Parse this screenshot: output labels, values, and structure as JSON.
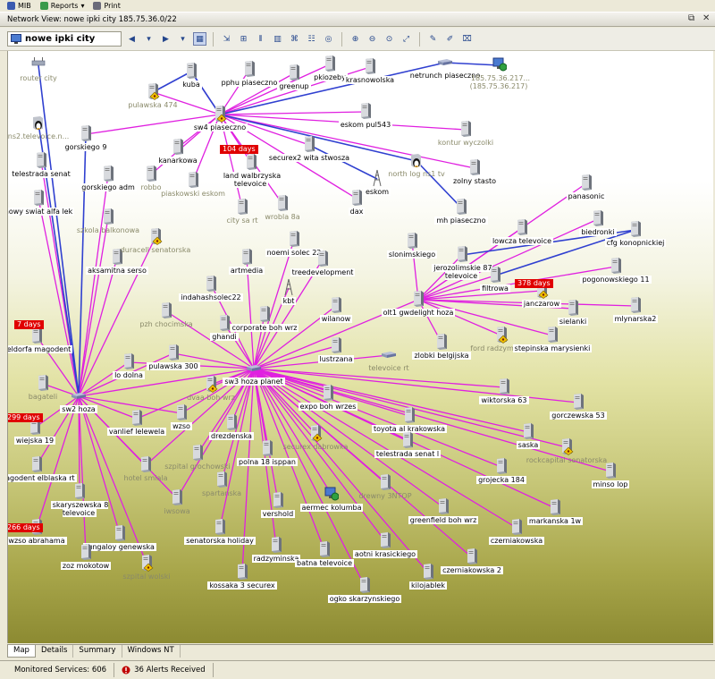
{
  "menubar": {
    "mib": "MIB",
    "reports": "Reports",
    "print": "Print"
  },
  "title": "Network View: nowe ipki city 185.75.36.0/22",
  "view_name": "nowe ipki city",
  "tabs": [
    "Map",
    "Details",
    "Summary",
    "Windows NT"
  ],
  "status": {
    "services": "Monitored Services: 606",
    "alerts": "36 Alerts Received"
  },
  "colors": {
    "link_main": "#e020e0",
    "link_uplink": "#3040d0",
    "alert_red": "#e00000",
    "hub_node": "#8894b4"
  },
  "nodes": [
    {
      "id": "router-city",
      "label": "router city",
      "type": "router",
      "mute": true
    },
    {
      "id": "ns2",
      "label": "ns2.televoice.n...",
      "type": "linux",
      "mute": true
    },
    {
      "id": "telestrada-senat-l",
      "label": "telestrada senat",
      "type": "server"
    },
    {
      "id": "nowy-swiat",
      "label": "nowy swiat alfa lek",
      "type": "server"
    },
    {
      "id": "gorskiego9",
      "label": "gorskiego 9",
      "type": "server"
    },
    {
      "id": "gorskiego-adm",
      "label": "gorskiego adm",
      "type": "server"
    },
    {
      "id": "szkola",
      "label": "szkola balkonowa",
      "type": "server",
      "mute": true
    },
    {
      "id": "aksamitna",
      "label": "aksamitna serso",
      "type": "server"
    },
    {
      "id": "pulawska474",
      "label": "pulawska 474",
      "type": "warn",
      "mute": true
    },
    {
      "id": "kuba",
      "label": "kuba",
      "type": "server"
    },
    {
      "id": "pphu",
      "label": "pphu piaseczno",
      "type": "server"
    },
    {
      "id": "greenup",
      "label": "greenup",
      "type": "server"
    },
    {
      "id": "pkiozeby",
      "label": "pkiozeby",
      "type": "server"
    },
    {
      "id": "krasnowolska",
      "label": "krasnowolska",
      "type": "server"
    },
    {
      "id": "netrunch",
      "label": "netrunch piaseczno",
      "type": "switch"
    },
    {
      "id": "ip217",
      "label": "185.75.36.217... (185.75.36.217)",
      "type": "globe",
      "mute": true
    },
    {
      "id": "sw4",
      "label": "sw4 piaseczno",
      "type": "warn"
    },
    {
      "id": "eskom-pul",
      "label": "eskom pul543",
      "type": "server"
    },
    {
      "id": "kontur",
      "label": "kontur wyczolki",
      "type": "server",
      "mute": true
    },
    {
      "id": "kanarkowa",
      "label": "kanarkowa",
      "type": "server"
    },
    {
      "id": "robbo",
      "label": "robbo",
      "type": "server",
      "mute": true
    },
    {
      "id": "piaskowski",
      "label": "piaskowski eskom",
      "type": "server",
      "mute": true
    },
    {
      "id": "land",
      "label": "land walbrzyska televoice",
      "type": "server"
    },
    {
      "id": "securex2",
      "label": "securex2 wita stwosza",
      "type": "server"
    },
    {
      "id": "zolny",
      "label": "zolny stasto",
      "type": "server"
    },
    {
      "id": "north-log",
      "label": "north log ns1 tv",
      "type": "linux",
      "mute": true
    },
    {
      "id": "eskom",
      "label": "eskom",
      "type": "tower"
    },
    {
      "id": "dax",
      "label": "dax",
      "type": "server"
    },
    {
      "id": "mh",
      "label": "mh piaseczno",
      "type": "server"
    },
    {
      "id": "city-sa",
      "label": "city sa rt",
      "type": "server",
      "mute": true
    },
    {
      "id": "wrobla",
      "label": "wrobla 8a",
      "type": "server",
      "mute": true
    },
    {
      "id": "duracell",
      "label": "duracell senatorska",
      "type": "warn",
      "mute": true
    },
    {
      "id": "artmedia",
      "label": "artmedia",
      "type": "server"
    },
    {
      "id": "noemi",
      "label": "noemi solec 22",
      "type": "server"
    },
    {
      "id": "treedev",
      "label": "treedevelopment",
      "type": "server"
    },
    {
      "id": "kbt",
      "label": "kbt",
      "type": "tower"
    },
    {
      "id": "wilanow",
      "label": "wilanow",
      "type": "server"
    },
    {
      "id": "indahash",
      "label": "indahashsolec22",
      "type": "server"
    },
    {
      "id": "pzh",
      "label": "pzh chocimska",
      "type": "server",
      "mute": true
    },
    {
      "id": "ghandi",
      "label": "ghandi",
      "type": "server"
    },
    {
      "id": "corporate",
      "label": "corporate boh wrz",
      "type": "server"
    },
    {
      "id": "panasonic",
      "label": "panasonic",
      "type": "server"
    },
    {
      "id": "biedronki",
      "label": "biedronki",
      "type": "server"
    },
    {
      "id": "cfg",
      "label": "cfg konopnickiej",
      "type": "server"
    },
    {
      "id": "lowcza",
      "label": "lowcza televoice",
      "type": "server"
    },
    {
      "id": "slonimskiego",
      "label": "slonimskiego",
      "type": "server"
    },
    {
      "id": "jerozolimskie",
      "label": "jerozolimskie 87 televoice",
      "type": "server"
    },
    {
      "id": "filtrowa",
      "label": "filtrowa",
      "type": "server"
    },
    {
      "id": "janczarow",
      "label": "janczarow",
      "type": "warn"
    },
    {
      "id": "pogonowskiego",
      "label": "pogonowskiego 11",
      "type": "server"
    },
    {
      "id": "sielanki",
      "label": "sielanki",
      "type": "server"
    },
    {
      "id": "mlynarska",
      "label": "mlynarska2",
      "type": "server"
    },
    {
      "id": "olt1",
      "label": "olt1 gwdelight hoza",
      "type": "server"
    },
    {
      "id": "zlobki",
      "label": "zlobki belgijska",
      "type": "server"
    },
    {
      "id": "ford",
      "label": "ford radzyminska",
      "type": "warn",
      "mute": true
    },
    {
      "id": "stepinska",
      "label": "stepinska marysienki",
      "type": "server"
    },
    {
      "id": "fieldorfa",
      "label": "fieldorfa magodent",
      "type": "server"
    },
    {
      "id": "bagateli",
      "label": "bagateli",
      "type": "server",
      "mute": true
    },
    {
      "id": "sw2",
      "label": "sw2 hoza",
      "type": "switch"
    },
    {
      "id": "lo-dolna",
      "label": "lo dolna",
      "type": "server"
    },
    {
      "id": "pulawska300",
      "label": "pulawska 300",
      "type": "server"
    },
    {
      "id": "lustrzana",
      "label": "lustrzana",
      "type": "server"
    },
    {
      "id": "televoice-rt",
      "label": "televoice rt",
      "type": "switch",
      "mute": true
    },
    {
      "id": "sw3",
      "label": "sw3 hoza planet",
      "type": "switch"
    },
    {
      "id": "dvaa",
      "label": "dvaa boh wrz",
      "type": "warn",
      "mute": true
    },
    {
      "id": "wzso",
      "label": "wzso",
      "type": "server"
    },
    {
      "id": "drezdenska",
      "label": "drezdenska",
      "type": "server"
    },
    {
      "id": "expo",
      "label": "expo boh wrzes",
      "type": "server"
    },
    {
      "id": "wiktorska",
      "label": "wiktorska 63",
      "type": "server"
    },
    {
      "id": "gorczewska",
      "label": "gorczewska 53",
      "type": "server"
    },
    {
      "id": "toyota",
      "label": "toyota al krakowska",
      "type": "server"
    },
    {
      "id": "saska",
      "label": "saska",
      "type": "server"
    },
    {
      "id": "rockcapital",
      "label": "rockcapital senatorska",
      "type": "warn",
      "mute": true
    },
    {
      "id": "minso",
      "label": "minso lop",
      "type": "server"
    },
    {
      "id": "wiejska",
      "label": "wiejska 19",
      "type": "server"
    },
    {
      "id": "vanlief",
      "label": "vanlief lelewela",
      "type": "server"
    },
    {
      "id": "magodent",
      "label": "magodent elblaska rt",
      "type": "server"
    },
    {
      "id": "szpital-groch",
      "label": "szpital grochowski",
      "type": "server",
      "mute": true
    },
    {
      "id": "hotel",
      "label": "hotel smiala",
      "type": "server",
      "mute": true
    },
    {
      "id": "polna",
      "label": "polna 18 isppan",
      "type": "server"
    },
    {
      "id": "securex-dabrowka",
      "label": "securex dabrowka",
      "type": "warn",
      "mute": true
    },
    {
      "id": "telestrada-senat-r",
      "label": "telestrada senat l",
      "type": "server"
    },
    {
      "id": "drewny",
      "label": "drewny 3NTOP",
      "type": "server",
      "mute": true
    },
    {
      "id": "grojecka",
      "label": "grojecka 184",
      "type": "server"
    },
    {
      "id": "markanska",
      "label": "markanska 1w",
      "type": "server"
    },
    {
      "id": "skaryszewska",
      "label": "skaryszewska 8 televoice",
      "type": "server"
    },
    {
      "id": "iwsowa",
      "label": "iwsowa",
      "type": "server",
      "mute": true
    },
    {
      "id": "spartanska",
      "label": "spartanska",
      "type": "server",
      "mute": true
    },
    {
      "id": "vershold",
      "label": "vershold",
      "type": "server"
    },
    {
      "id": "aermec",
      "label": "aermec kolumba",
      "type": "globe"
    },
    {
      "id": "greenfield",
      "label": "greenfield boh wrz",
      "type": "server"
    },
    {
      "id": "czerniakowska",
      "label": "czerniakowska",
      "type": "server"
    },
    {
      "id": "wzso-abrahama",
      "label": "wzso abrahama",
      "type": "server"
    },
    {
      "id": "tungaloy",
      "label": "tungaloy genewska",
      "type": "server"
    },
    {
      "id": "senatorska",
      "label": "senatorska holiday",
      "type": "server"
    },
    {
      "id": "radzyminska",
      "label": "radzyminska",
      "type": "server"
    },
    {
      "id": "batna",
      "label": "batna televoice",
      "type": "server"
    },
    {
      "id": "aotni",
      "label": "aotni krasickiego",
      "type": "server"
    },
    {
      "id": "czerniakowska2",
      "label": "czerniakowska 2",
      "type": "server"
    },
    {
      "id": "zoz",
      "label": "zoz mokotow",
      "type": "server"
    },
    {
      "id": "szpital-wolski",
      "label": "szpital wolski",
      "type": "warn",
      "mute": true
    },
    {
      "id": "kossaka",
      "label": "kossaka 3 securex",
      "type": "server"
    },
    {
      "id": "kilojablek",
      "label": "kilojablek",
      "type": "server"
    },
    {
      "id": "ogko",
      "label": "ogko skarzynskiego",
      "type": "server"
    }
  ],
  "badges": [
    {
      "id": "b-104",
      "text": "104 days"
    },
    {
      "id": "b-378",
      "text": "378 days"
    },
    {
      "id": "b-7",
      "text": "7 days"
    },
    {
      "id": "b-299",
      "text": "299 days"
    },
    {
      "id": "b-266",
      "text": "266 days"
    }
  ]
}
